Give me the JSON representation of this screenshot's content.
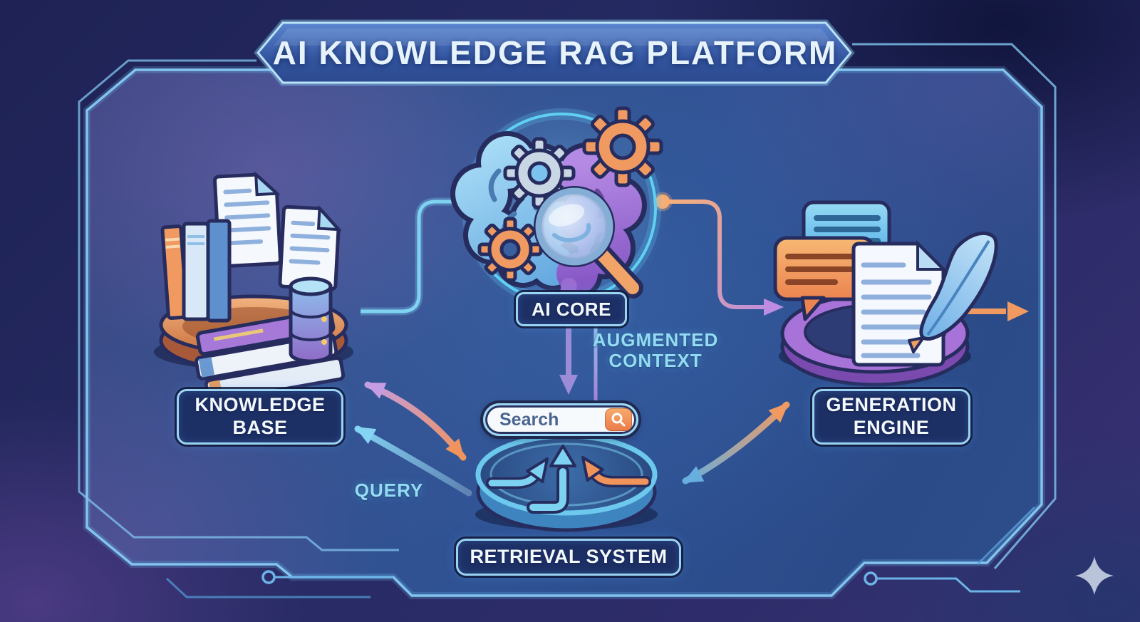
{
  "title": "AI KNOWLEDGE RAG PLATFORM",
  "nodes": {
    "ai_core": {
      "label": "AI CORE"
    },
    "knowledge_base": {
      "label": "KNOWLEDGE\nBASE"
    },
    "generation_engine": {
      "label": "GENERATION\nENGINE"
    },
    "retrieval_system": {
      "label": "RETRIEVAL SYSTEM"
    }
  },
  "edge_labels": {
    "augmented_context": "AUGMENTED\nCONTEXT",
    "query": "QUERY"
  },
  "search": {
    "value": "Search"
  },
  "icons": {
    "ai_core": [
      "brain-icon",
      "gear-icon",
      "magnifier-icon"
    ],
    "knowledge_base": [
      "books-icon",
      "document-icon",
      "database-icon"
    ],
    "retrieval_system": [
      "search-bar",
      "up-arrows-icon"
    ],
    "generation_engine": [
      "chat-bubble-icon",
      "document-icon",
      "quill-icon"
    ],
    "decor": [
      "sparkle-icon",
      "circuit-frame"
    ]
  },
  "colors": {
    "frame_cyan": "#82c4ee",
    "accent_cyan": "#93dcf4",
    "accent_orange": "#f0945c",
    "accent_purple": "#a678d8",
    "panel_blue": "#2e5294",
    "label_bg": "#1d3066",
    "label_border": "#9bd4f2",
    "banner_blue": "#33549f"
  }
}
